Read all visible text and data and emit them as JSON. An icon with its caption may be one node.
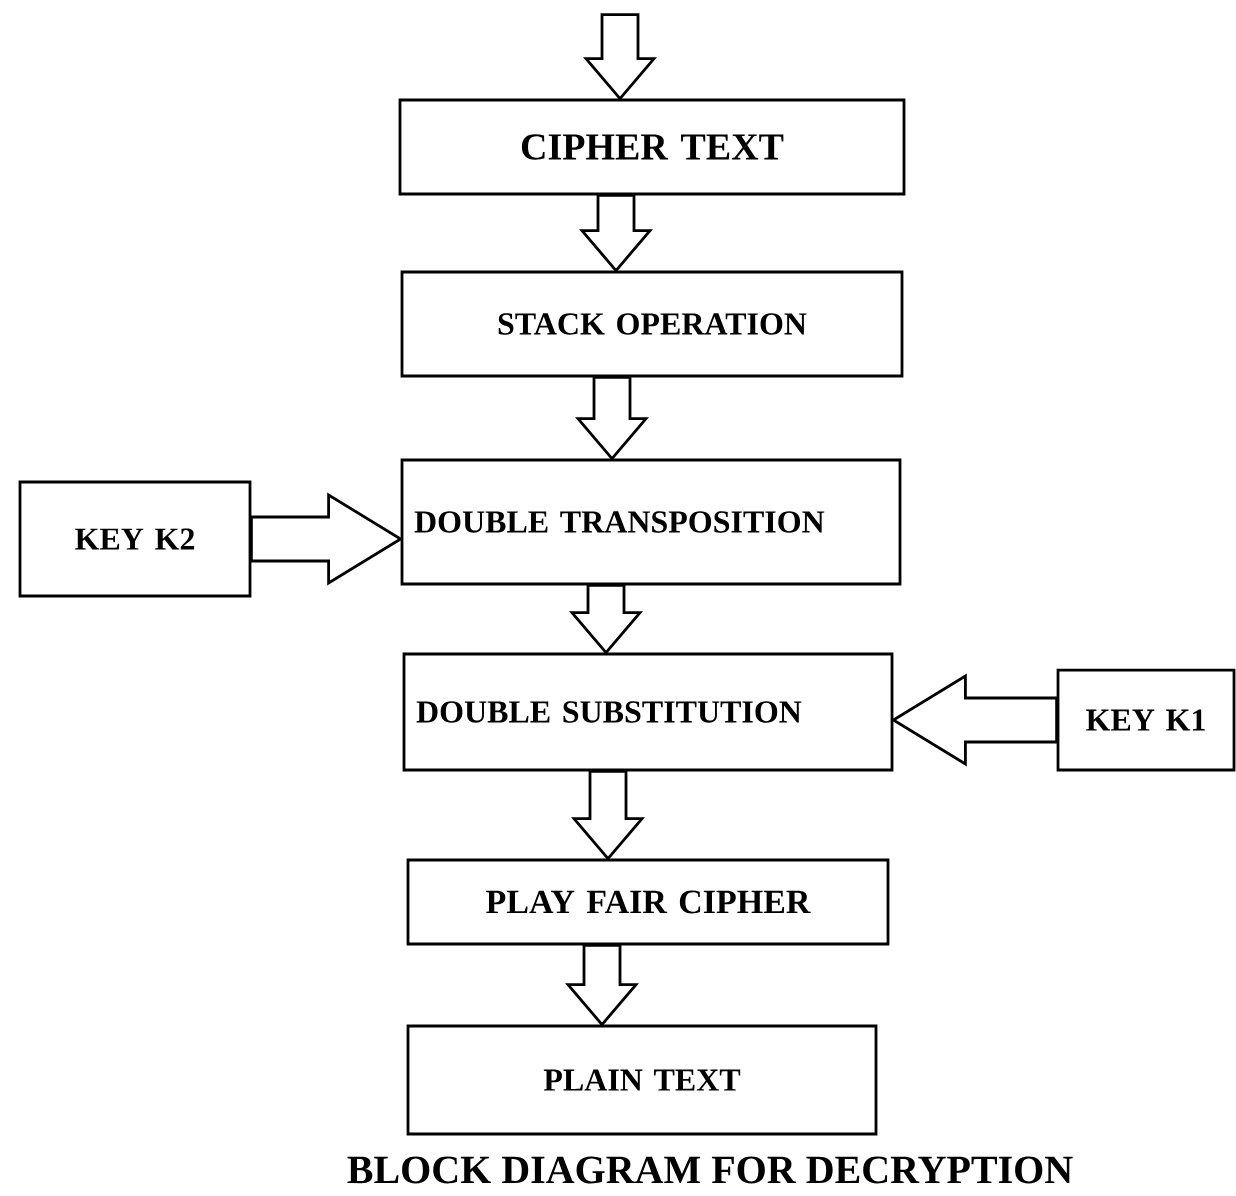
{
  "diagram": {
    "caption": "BLOCK DIAGRAM FOR DECRYPTION",
    "nodes": [
      {
        "text": [
          "CIPHER TEXT"
        ]
      },
      {
        "text": [
          "STACK OPERATION"
        ]
      },
      {
        "text": [
          "KEY K2"
        ]
      },
      {
        "text": [
          "DOUBLE TRANSPOSITION"
        ]
      },
      {
        "text": [
          "DOUBLE SUBSTITUTION"
        ]
      },
      {
        "text": [
          "KEY K1"
        ]
      },
      {
        "text": [
          "PLAY FAIR CIPHER"
        ]
      },
      {
        "text": [
          "PLAIN TEXT"
        ]
      }
    ],
    "edges": [
      {
        "from": null,
        "to": 0,
        "arrow": "to"
      },
      {
        "from": 0,
        "to": 1,
        "arrow": "to"
      },
      {
        "from": 1,
        "to": 3,
        "arrow": "to"
      },
      {
        "from": 2,
        "to": 3,
        "arrow": "to"
      },
      {
        "from": 3,
        "to": 4,
        "arrow": "to"
      },
      {
        "from": 5,
        "to": 4,
        "arrow": "to"
      },
      {
        "from": 4,
        "to": 6,
        "arrow": "to"
      },
      {
        "from": 6,
        "to": 7,
        "arrow": "to"
      }
    ]
  }
}
